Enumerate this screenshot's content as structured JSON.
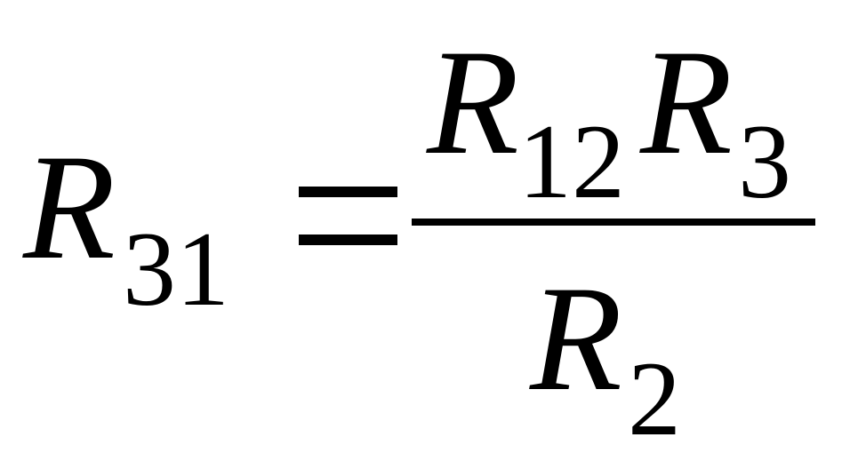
{
  "formula": {
    "lhs": {
      "symbol": "R",
      "subscript": "31"
    },
    "equals": "=",
    "numerator": [
      {
        "symbol": "R",
        "subscript": "12"
      },
      {
        "symbol": "R",
        "subscript": "3"
      }
    ],
    "denominator": {
      "symbol": "R",
      "subscript": "2"
    }
  },
  "color": "#000000"
}
